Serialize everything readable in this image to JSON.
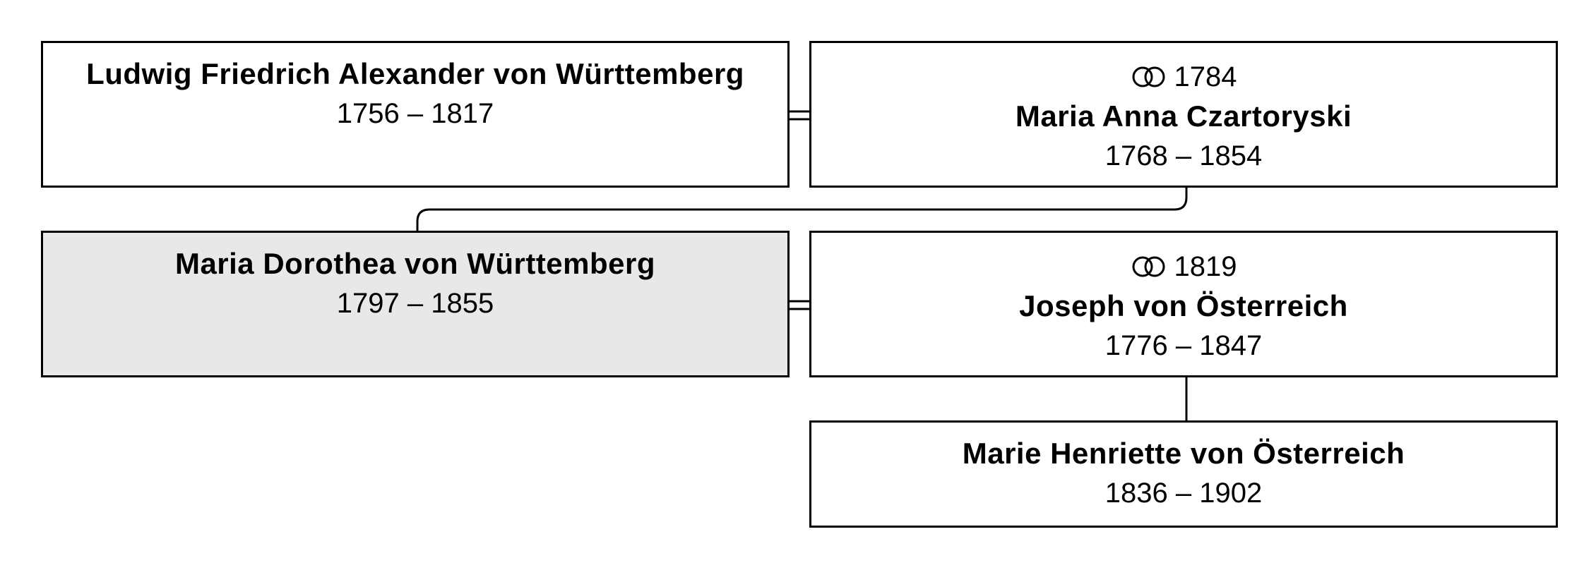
{
  "persons": {
    "ludwig": {
      "name": "Ludwig Friedrich Alexander von Württemberg",
      "dates": "1756 – 1817"
    },
    "maria_anna": {
      "marriage_year": "1784",
      "name": "Maria Anna Czartoryski",
      "dates": "1768 – 1854"
    },
    "maria_dorothea": {
      "name": "Maria Dorothea von Württemberg",
      "dates": "1797 – 1855"
    },
    "joseph": {
      "marriage_year": "1819",
      "name": "Joseph von Österreich",
      "dates": "1776 – 1847"
    },
    "marie_henriette": {
      "name": "Marie Henriette von Österreich",
      "dates": "1836 – 1902"
    }
  },
  "icons": {
    "marriage": "wedding-rings-icon"
  },
  "colors": {
    "border": "#000000",
    "highlight_background": "#e8e8e8",
    "background": "#ffffff"
  }
}
